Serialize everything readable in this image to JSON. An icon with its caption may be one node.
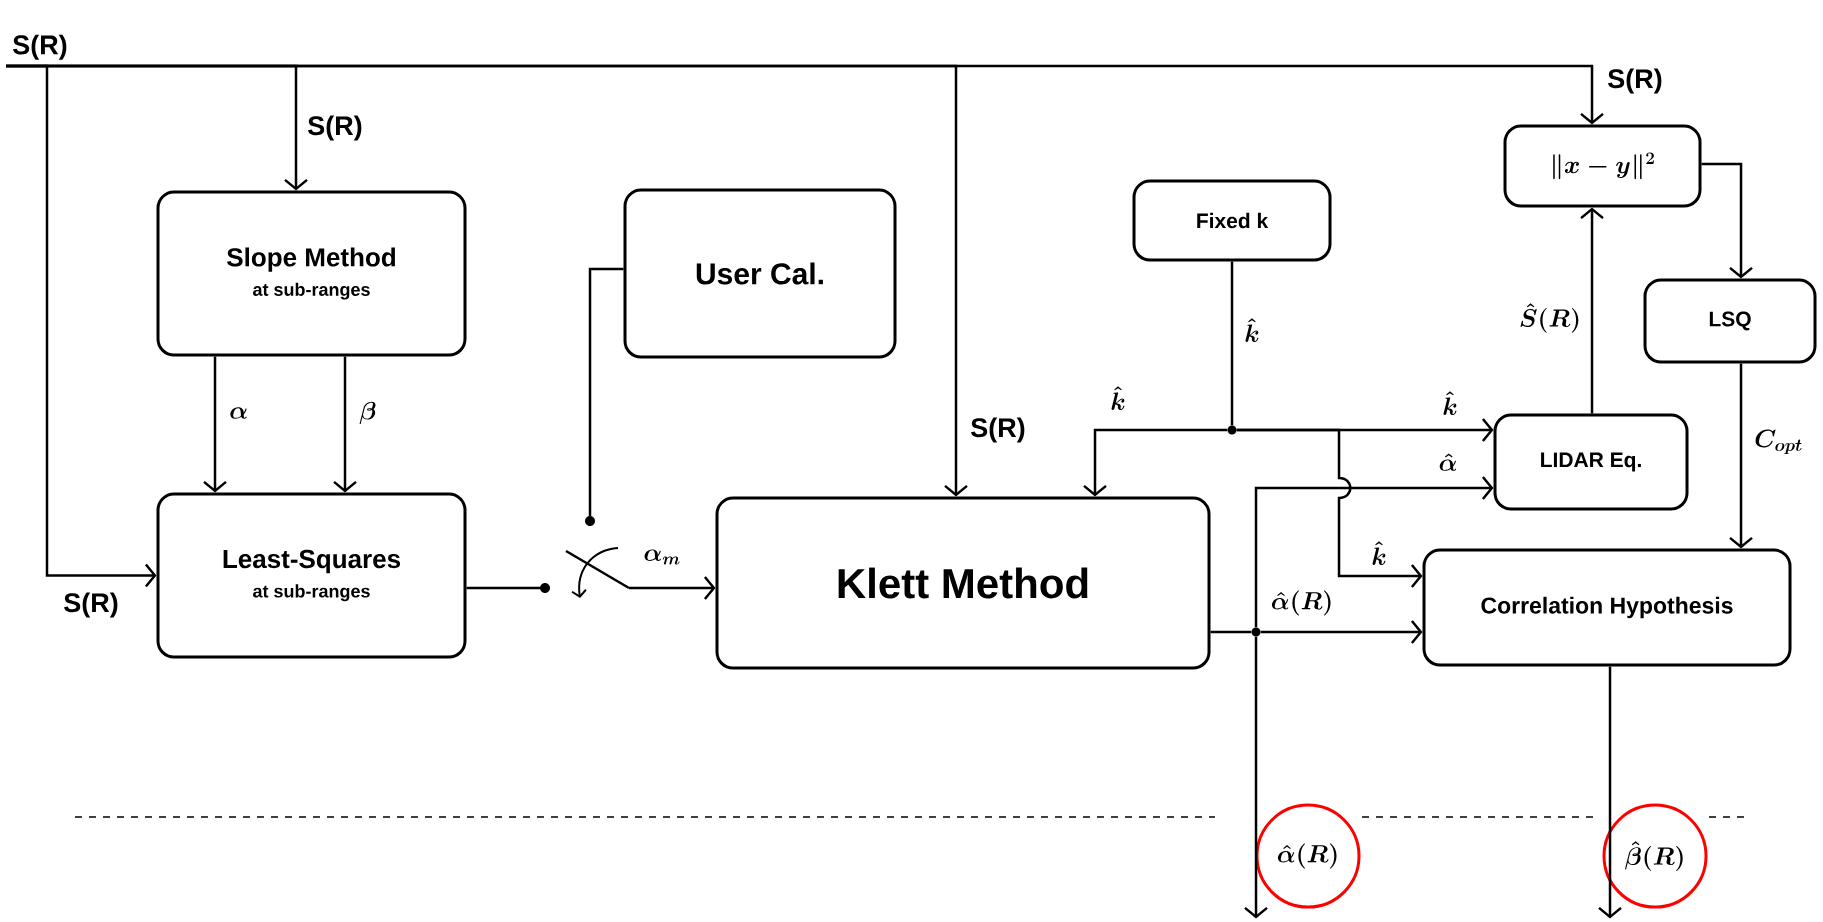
{
  "diagram": {
    "nodes": [
      {
        "text": [
          "S(R)"
        ]
      },
      {
        "text": [
          "Slope Method",
          "at sub-ranges"
        ]
      },
      {
        "text": [
          "User Cal."
        ]
      },
      {
        "text": [
          "Least-Squares",
          "at sub-ranges"
        ]
      },
      {
        "text": [
          "Klett Method"
        ]
      },
      {
        "text": [
          "Fixed k"
        ]
      },
      {
        "text": [
          "\\| x - y \\|^{2}"
        ]
      },
      {
        "text": [
          "LSQ"
        ]
      },
      {
        "text": [
          "LIDAR Eq."
        ]
      },
      {
        "text": [
          "Correlation Hypothesis"
        ]
      },
      {
        "text": [],
        "shape": "switch"
      },
      {
        "text": [],
        "shape": "circle"
      },
      {
        "text": [],
        "shape": "circle"
      },
      {
        "text": [
          "\\hat{\\alpha}(R)"
        ]
      },
      {
        "text": [
          "\\hat{\\beta}(R)"
        ]
      }
    ],
    "edges": [
      {
        "from": 0,
        "to": 1,
        "arrow": "to",
        "label": "S(R)"
      },
      {
        "from": 0,
        "to": 3,
        "arrow": "to",
        "label": "S(R)"
      },
      {
        "from": 0,
        "to": 4,
        "arrow": "to",
        "label": "S(R)"
      },
      {
        "from": 0,
        "to": 6,
        "arrow": "to",
        "label": "S(R)"
      },
      {
        "from": 1,
        "to": 3,
        "arrow": "to",
        "label": "\\alpha"
      },
      {
        "from": 1,
        "to": 3,
        "arrow": "to",
        "label": "\\beta"
      },
      {
        "from": 2,
        "to": 10,
        "arrow": "none"
      },
      {
        "from": 3,
        "to": 10,
        "arrow": "none"
      },
      {
        "from": 10,
        "to": 4,
        "arrow": "to",
        "label": "\\alpha_{m}"
      },
      {
        "from": 5,
        "to": 11,
        "arrow": "none",
        "label": "\\hat{k}"
      },
      {
        "from": 11,
        "to": 4,
        "arrow": "to",
        "label": "\\hat{k}"
      },
      {
        "from": 11,
        "to": 8,
        "arrow": "to",
        "label": "\\hat{k}"
      },
      {
        "from": 11,
        "to": 9,
        "arrow": "to",
        "label": "\\hat{k}"
      },
      {
        "from": 4,
        "to": 12,
        "arrow": "none"
      },
      {
        "from": 12,
        "to": 8,
        "arrow": "to",
        "label": "\\hat{\\alpha}"
      },
      {
        "from": 12,
        "to": 9,
        "arrow": "to",
        "label": "\\hat{\\alpha}(R)"
      },
      {
        "from": 12,
        "to": 13,
        "arrow": "to"
      },
      {
        "from": 8,
        "to": 6,
        "arrow": "to",
        "label": "\\hat{S}(R)"
      },
      {
        "from": 6,
        "to": 7,
        "arrow": "to"
      },
      {
        "from": 7,
        "to": 9,
        "arrow": "to",
        "label": "C_{opt}"
      },
      {
        "from": 9,
        "to": 14,
        "arrow": "to"
      }
    ]
  }
}
